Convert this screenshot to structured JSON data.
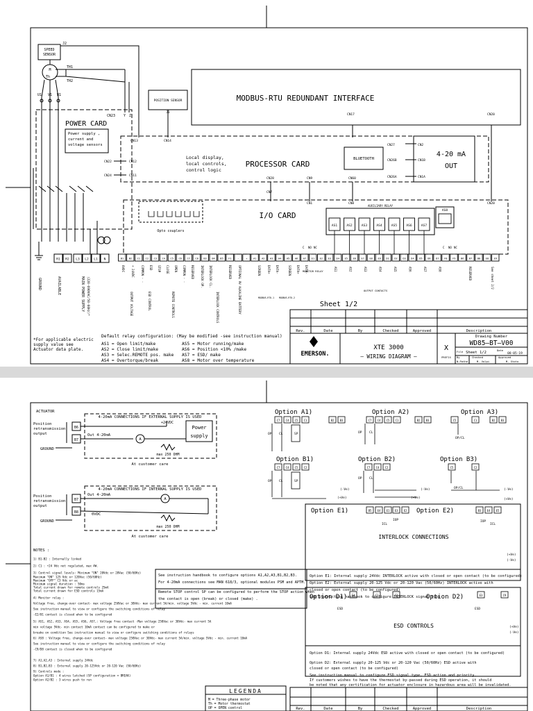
{
  "sheet1": {
    "speed_sensor": "SPEED\nSENSOR",
    "j2": "J2",
    "th1": "TH1",
    "th2": "TH2",
    "motor": "M",
    "th": "Th",
    "u1": "U1",
    "v1": "V1",
    "w1": "W1",
    "cn23": "CN23",
    "y": "Y",
    "z": "Z",
    "power_card": "POWER CARD",
    "power_note": [
      "Power supply ,",
      "current and",
      "voltage sensors"
    ],
    "position_sensor": "POSITION SENSOR",
    "j1": "J1",
    "modbus": "MODBUS-RTU REDUNDANT INTERFACE",
    "cn13": "CN13",
    "cn14": "CN14",
    "cn17": "CN17",
    "cn20": "CN20",
    "cn22": "CN22",
    "cn12": "CN12",
    "cn24": "CN24",
    "cn11": "CN11",
    "local_display": [
      "Local display,",
      "local controls,",
      "control logic"
    ],
    "processor_card": "PROCESSOR CARD",
    "bluetooth": "BLUETOOTH",
    "cn27": "CN27",
    "cn2": "CN2",
    "cn26b": "CN26B",
    "cn1b": "CN1B",
    "cn26a": "CN26A",
    "cn1a": "CN1A",
    "out_420": "4-20 mA",
    "out_label": "OUT",
    "cn7": "CN7",
    "cn28": "CN28",
    "cn9": "CN9",
    "cn60": "CN60",
    "cn1": "CN1",
    "cn8": "CN8",
    "io_card": "I/O CARD",
    "opto": "Opto couplers",
    "aux_relay": "AUXILIARY RELAY",
    "as_relays": [
      "AS1",
      "AS2",
      "AS3",
      "AS4",
      "AS5",
      "AS6",
      "AS7"
    ],
    "as8": "AS8",
    "c": "C",
    "no": "NO",
    "nc": "NC",
    "terminals_left": [
      "R1",
      "R2",
      "L3",
      "L2",
      "L1",
      "N"
    ],
    "ground": "GROUND",
    "available": "AVAILABLE",
    "main_power": "MAIN POWER SUPPLY",
    "main_power_sub": "(220-690VAC/50-60Hz)*",
    "terminal_strip": [
      "B1",
      "B2",
      "C1",
      "C2",
      "C3",
      "C4",
      "C5",
      "C6",
      "C7",
      "C8",
      "B3",
      "B4",
      "B5",
      "F1",
      "-",
      "+",
      "A1",
      "A2",
      "A3",
      "A4",
      "A5",
      "A6",
      "A7",
      "E1",
      "E2",
      "E3",
      "E4",
      "E5",
      "E6",
      "E7",
      "E8",
      "E9",
      "D1",
      "D2",
      "D3",
      "D4",
      "D5",
      "D6",
      "D7",
      "F8",
      "F9",
      "B6",
      "B7",
      "B8",
      "E8",
      "E9"
    ],
    "terminal_labels": [
      "0VDC",
      "+ 24VDC",
      "COMMON - -",
      "ESD",
      "STOP",
      "CLOSE",
      "OPEN",
      "COMMON - -",
      "RESERVED",
      "INTERLOCK OP.",
      "INTERLOCK CL.",
      "RESERVED",
      "OPTIONAL 9V ALKALINE BATTERY",
      "SCREEN",
      "DATA+",
      "DATA-",
      "SCREEN",
      "DATA+",
      "DATA-"
    ],
    "group_output_voltage": "OUTPUT VOLTAGE",
    "group_esd": "ESD CONTROL",
    "group_remote": "REMOTE CONTROLS",
    "group_interlock": "INTERLOCK CONTROLS",
    "modbus1": "MODBUS-RTU-1",
    "modbus2": "MODBUS-RTU-2",
    "monitor_relay": "MONITOR RELAY",
    "output_contacts": "OUTPUT CONTACTS",
    "out_as": [
      "AS1",
      "AS2",
      "AS3",
      "AS4",
      "AS5",
      "AS6",
      "AS7",
      "AS8"
    ],
    "reserved": "RESERVED",
    "see_sheet": "See sheet 2/2",
    "sheet_label": "Sheet 1/2",
    "footnote": [
      "*For applicable electric",
      "supply value see",
      "Actuator data plate."
    ],
    "relay_title": "Default relay configuration: (May be modified -see instruction manual)",
    "relay_lines": [
      [
        "AS1 = Open limit/make",
        "AS5 = Motor running/make"
      ],
      [
        "AS2 = Close limit/make",
        "AS6 = Position <10% /make"
      ],
      [
        "AS3 = Selec.REMOTE pos. make",
        "AS7 = ESD/ make"
      ],
      [
        "AS4 = Overtorque/break",
        "AS8 = Motor over temperature"
      ]
    ],
    "tb": {
      "rev": "Rev.",
      "date": "Date",
      "by": "By",
      "checked": "Checked",
      "approved": "Approved",
      "description": "Description",
      "brand": "EMERSON.",
      "product": "XTE 3000",
      "subtitle": "– WIRING DIAGRAM –",
      "x": "X",
      "drawing_number_label": "Drawing Number",
      "drawing_number": "WD85–BT–V00",
      "file": "File",
      "sheet": "Sheet 1/2",
      "date_label": "Date",
      "date_val": "08-05-19",
      "prefix": "PREFIX",
      "by_label": "By",
      "by_val": "N.Pathe",
      "checked_label": "Checked",
      "checked_val": "M. Volpi",
      "approved_label": "Approved",
      "approved_val": "M. Stoto"
    }
  },
  "sheet2": {
    "actuator": "ACTUATOR",
    "pos_retrans": [
      "Position",
      "retransmission",
      "output"
    ],
    "ground": "GROUND",
    "ext_title": "4-20mA CONNECTIONS IF EXTERNAL SUPPLY IS USED",
    "v24": "+24VDC",
    "b6": "B6",
    "b7": "B7",
    "b8": "B8",
    "out_420": "Out 4-20mA",
    "amp": "A",
    "power_supply": [
      "Power",
      "supply"
    ],
    "max250": "max 250 OHM",
    "customer_care": "At customer care",
    "int_title": "4-20mA CONNECTIONS IF INTERNAL SUPPLY IS USED",
    "vdc0": "0VDC",
    "notes_title": "NOTES :",
    "notes": [
      "1) B1-B2 : Internally linked",
      "2) C1 : +24 Vdc not regulated, max 4W.",
      "3) Control signal levels: Minimum \"ON\" 20Vdc or 20Vac (50/60Hz)",
      "   Maximum \"ON\" 125 Vdc or 120Vac (50/60Hz)",
      "   Maximum \"OFF\" C3 Vdc or ac",
      "   Minimum signal duration : 50ms",
      "   Total current drawn for remote controls 25mA",
      "   Total current drawn for ESD controls 15mA",
      "4) Monitor relay :",
      "   Voltage free, change-over contact- max voltage 250Vac or 30Vdc- max current 5A/min. voltage 5Vdc - min. current 10mA",
      "   See instruction manual to view or configure the switching conditions of relay",
      "   -E2/01 contact is closed when to be configured",
      "5) AS1, AS2, AS3, AS4, AS5, AS6, AS7,: Voltage free contact -Max voltage 250Vac or 30Vdc- max current 5A",
      "   min voltage 5Vdc- min contact 10mA contact can be configured to make or",
      "   breake on condition See instruction manual to view or configure switching conditions of relays",
      "6) AS8 : Voltage free, change-over contact- max voltage 250Vac or 30Vdc- max current 5A/min. voltage 5Vdc - min. current 10mA",
      "   See instruction manual to view or configure the switching conditions of relay",
      "   -C9/D8 contact is closed when to be configured",
      "7) A1,A2,A3 : Internal supply 24Vdc",
      "8) B1,B2,B3 : External supply 20-125Vdc or 20-120 Vac (50/60Hz)",
      "9) Controls mode :",
      "   Option A1/B1  : 4 wires latched (SP configuration = BREAK)",
      "   Option A2/B2  : 3 wires push to run"
    ],
    "info_box": [
      "See instruction handbook to configure options A1,A2,A3,B1,B2,B3.",
      "For 4-20mA connections see MAN 618/3, optional modules PSM and APTM.",
      "Remote STOP control SP can be configured to perform the STOP action when",
      "the contact is open (break) or closed (make) ."
    ],
    "option_a1": "Option A1)",
    "option_a2": "Option A2)",
    "option_a3": "Option A3)",
    "option_b1": "Option B1)",
    "option_b2": "Option B2)",
    "option_b3": "Option B3)",
    "op": "OP",
    "cl": "CL",
    "sp": "SP",
    "opcl": "OP/CL",
    "neg_ve": "(-Ve)",
    "pos_ve": "(+Ve)",
    "option_e1": "Option E1)",
    "option_e2": "Option E2)",
    "icl": "ICL",
    "iop": "IOP",
    "interlock": "INTERLOCK CONNECTIONS",
    "e_notes": [
      "Option E1: Internal supply 24Vdc INTERLOCK active with closed or open  contact (to be configured)",
      "Option E2: External supply 20-125 Vdc or 20-120 Vac (50/60Hz) INTERLOCK active with",
      "closed or open contact (to be configured)",
      "See instruction handbook to configure INTERLOCK signal type"
    ],
    "option_d1": "Option D1)",
    "option_d2": "Option D2)",
    "esd": "ESD",
    "esd_controls": "ESD CONTROLS",
    "d_notes": [
      "Option D1: Internal supply 24Vdc ESD active with closed or open  contact (to be configured)",
      "Option D2: External supply 20-125 Vdc or 20-120 Vac (50/60Hz) ESD active with",
      "closed or open contact (to be configured)",
      "See instruction manual to configure ESD signal type, ESD action and priority.",
      "If customers wishes to have the thermostat by-passed during ESD operation, it should",
      "be noted that any certification for actuator enclosure in hazardous area will be invalidated."
    ],
    "legenda": "LEGENDA",
    "legend_items": [
      "M     = Three-phase motor",
      "Th    = Motor thermostat",
      "OP    = OPEN control"
    ],
    "tb": {
      "rev": "Rev.",
      "date": "Date",
      "by": "By",
      "checked": "Checked",
      "approved": "Approved",
      "description": "Description"
    }
  },
  "separator_color": "#d9d9d9"
}
